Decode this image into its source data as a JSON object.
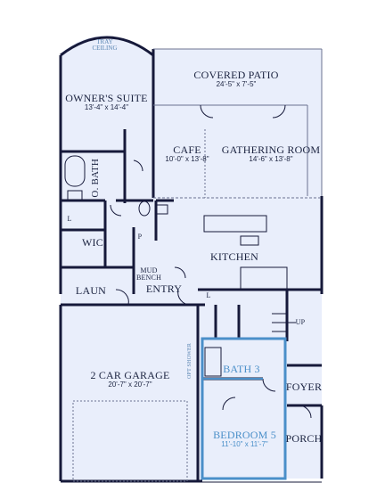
{
  "accent_color": "#4a8fc9",
  "wall_color": "#16193a",
  "floor_tint": "#e9eefb",
  "rooms": {
    "tray_ceiling": {
      "line1": "TRAY",
      "line2": "CEILING"
    },
    "owners_suite": {
      "name": "OWNER'S SUITE",
      "dims": "13'-4\" x 14'-4\""
    },
    "covered_patio": {
      "name": "COVERED PATIO",
      "dims": "24'-5\" x 7'-5\""
    },
    "cafe": {
      "name": "CAFE",
      "dims": "10'-0\" x 13'-8\""
    },
    "gathering_room": {
      "name": "GATHERING ROOM",
      "dims": "14'-6\" x 13'-8\""
    },
    "o_bath": {
      "name": "O. BATH"
    },
    "wic": {
      "name": "WIC"
    },
    "kitchen": {
      "name": "KITCHEN"
    },
    "mud_bench": {
      "line1": "MUD",
      "line2": "BENCH"
    },
    "laun": {
      "name": "LAUN"
    },
    "entry": {
      "name": "ENTRY"
    },
    "garage": {
      "name": "2 CAR GARAGE",
      "dims": "20'-7\" x 20'-7\""
    },
    "opt_shower": {
      "name": "OPT SHOWER"
    },
    "bath3": {
      "name": "BATH 3"
    },
    "bedroom5": {
      "name": "BEDROOM 5",
      "dims": "11'-10\" x 11'-7\""
    },
    "foyer": {
      "name": "FOYER"
    },
    "porch": {
      "name": "PORCH"
    }
  },
  "marks": {
    "up": "UP",
    "p": "P",
    "l1": "L",
    "l2": "L"
  }
}
